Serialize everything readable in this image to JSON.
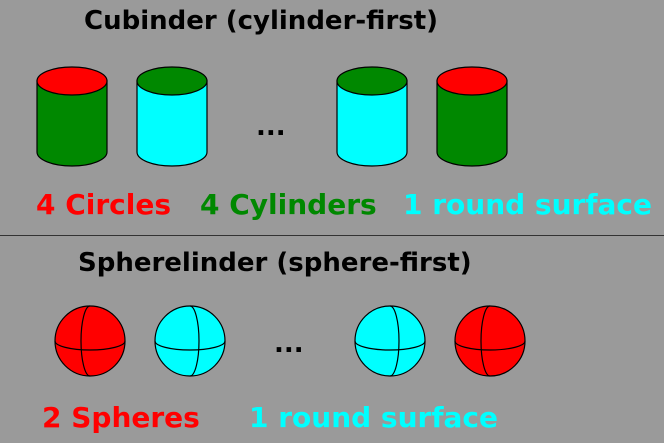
{
  "top": {
    "title": "Cubinder (cylinder-first)",
    "ellipsis": "...",
    "labels": {
      "circles": "4 Circles",
      "cylinders": "4 Cylinders",
      "surface": "1 round surface"
    }
  },
  "bottom": {
    "title": "Spherelinder (sphere-first)",
    "ellipsis": "...",
    "labels": {
      "spheres": "2 Spheres",
      "surface": "1 round surface"
    }
  },
  "colors": {
    "red": "#ff0000",
    "green": "#008800",
    "cyan": "#00ffff",
    "background": "#9a9a9a"
  }
}
